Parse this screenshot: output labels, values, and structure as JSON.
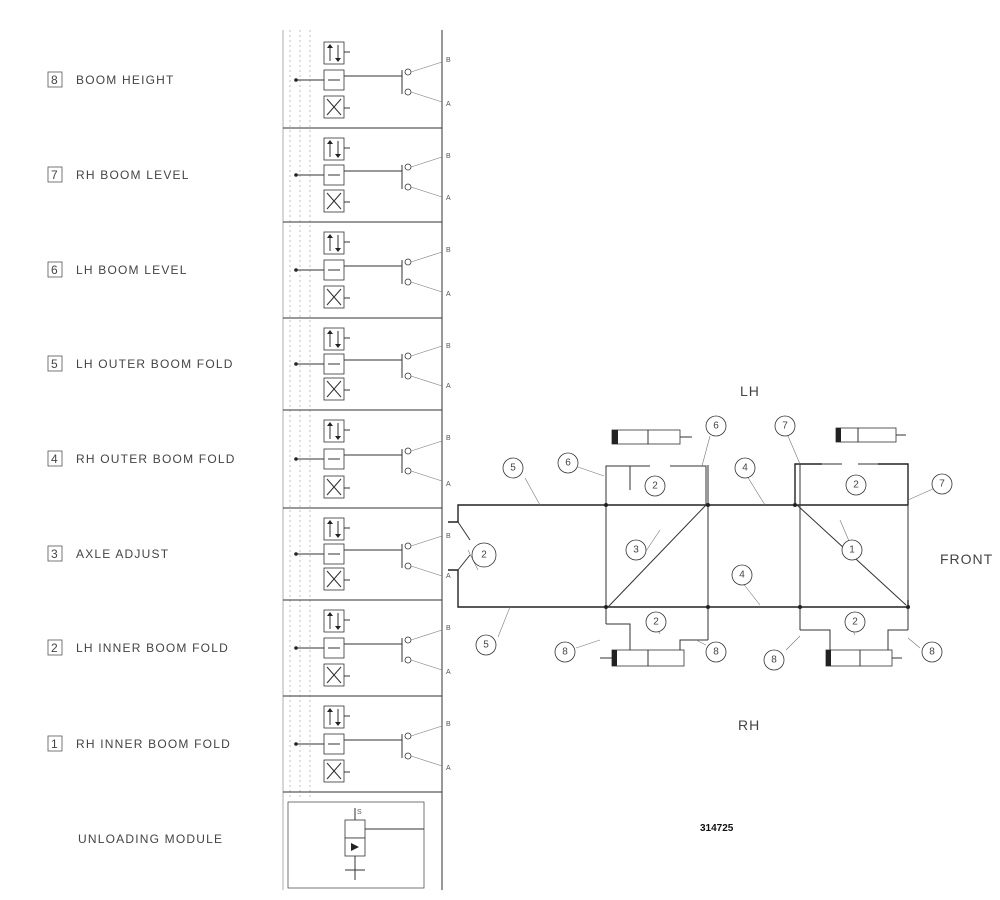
{
  "modules": [
    {
      "index": "8",
      "label": "BOOM HEIGHT"
    },
    {
      "index": "7",
      "label": "RH BOOM LEVEL"
    },
    {
      "index": "6",
      "label": "LH BOOM LEVEL"
    },
    {
      "index": "5",
      "label": "LH OUTER BOOM FOLD"
    },
    {
      "index": "4",
      "label": "RH OUTER BOOM FOLD"
    },
    {
      "index": "3",
      "label": "AXLE ADJUST"
    },
    {
      "index": "2",
      "label": "LH INNER BOOM FOLD"
    },
    {
      "index": "1",
      "label": "RH INNER BOOM FOLD"
    }
  ],
  "unload_label": "UNLOADING MODULE",
  "port_b": "B",
  "port_a": "A",
  "side_lh": "LH",
  "side_rh": "RH",
  "front_label": "FRONT",
  "drawing_number": "314725",
  "callouts": {
    "c5_top": "5",
    "c6_left": "6",
    "c2_top": "2",
    "c6_right": "6",
    "c7_top": "7",
    "c2_top_right": "2",
    "c7_right": "7",
    "c4_top": "4",
    "c3": "3",
    "c1": "1",
    "c4_bottom": "4",
    "c2_left": "2",
    "c5_bottom": "5",
    "c8_1": "8",
    "c2_b1": "2",
    "c8_2": "8",
    "c8_3": "8",
    "c2_b2": "2",
    "c8_4": "8"
  }
}
